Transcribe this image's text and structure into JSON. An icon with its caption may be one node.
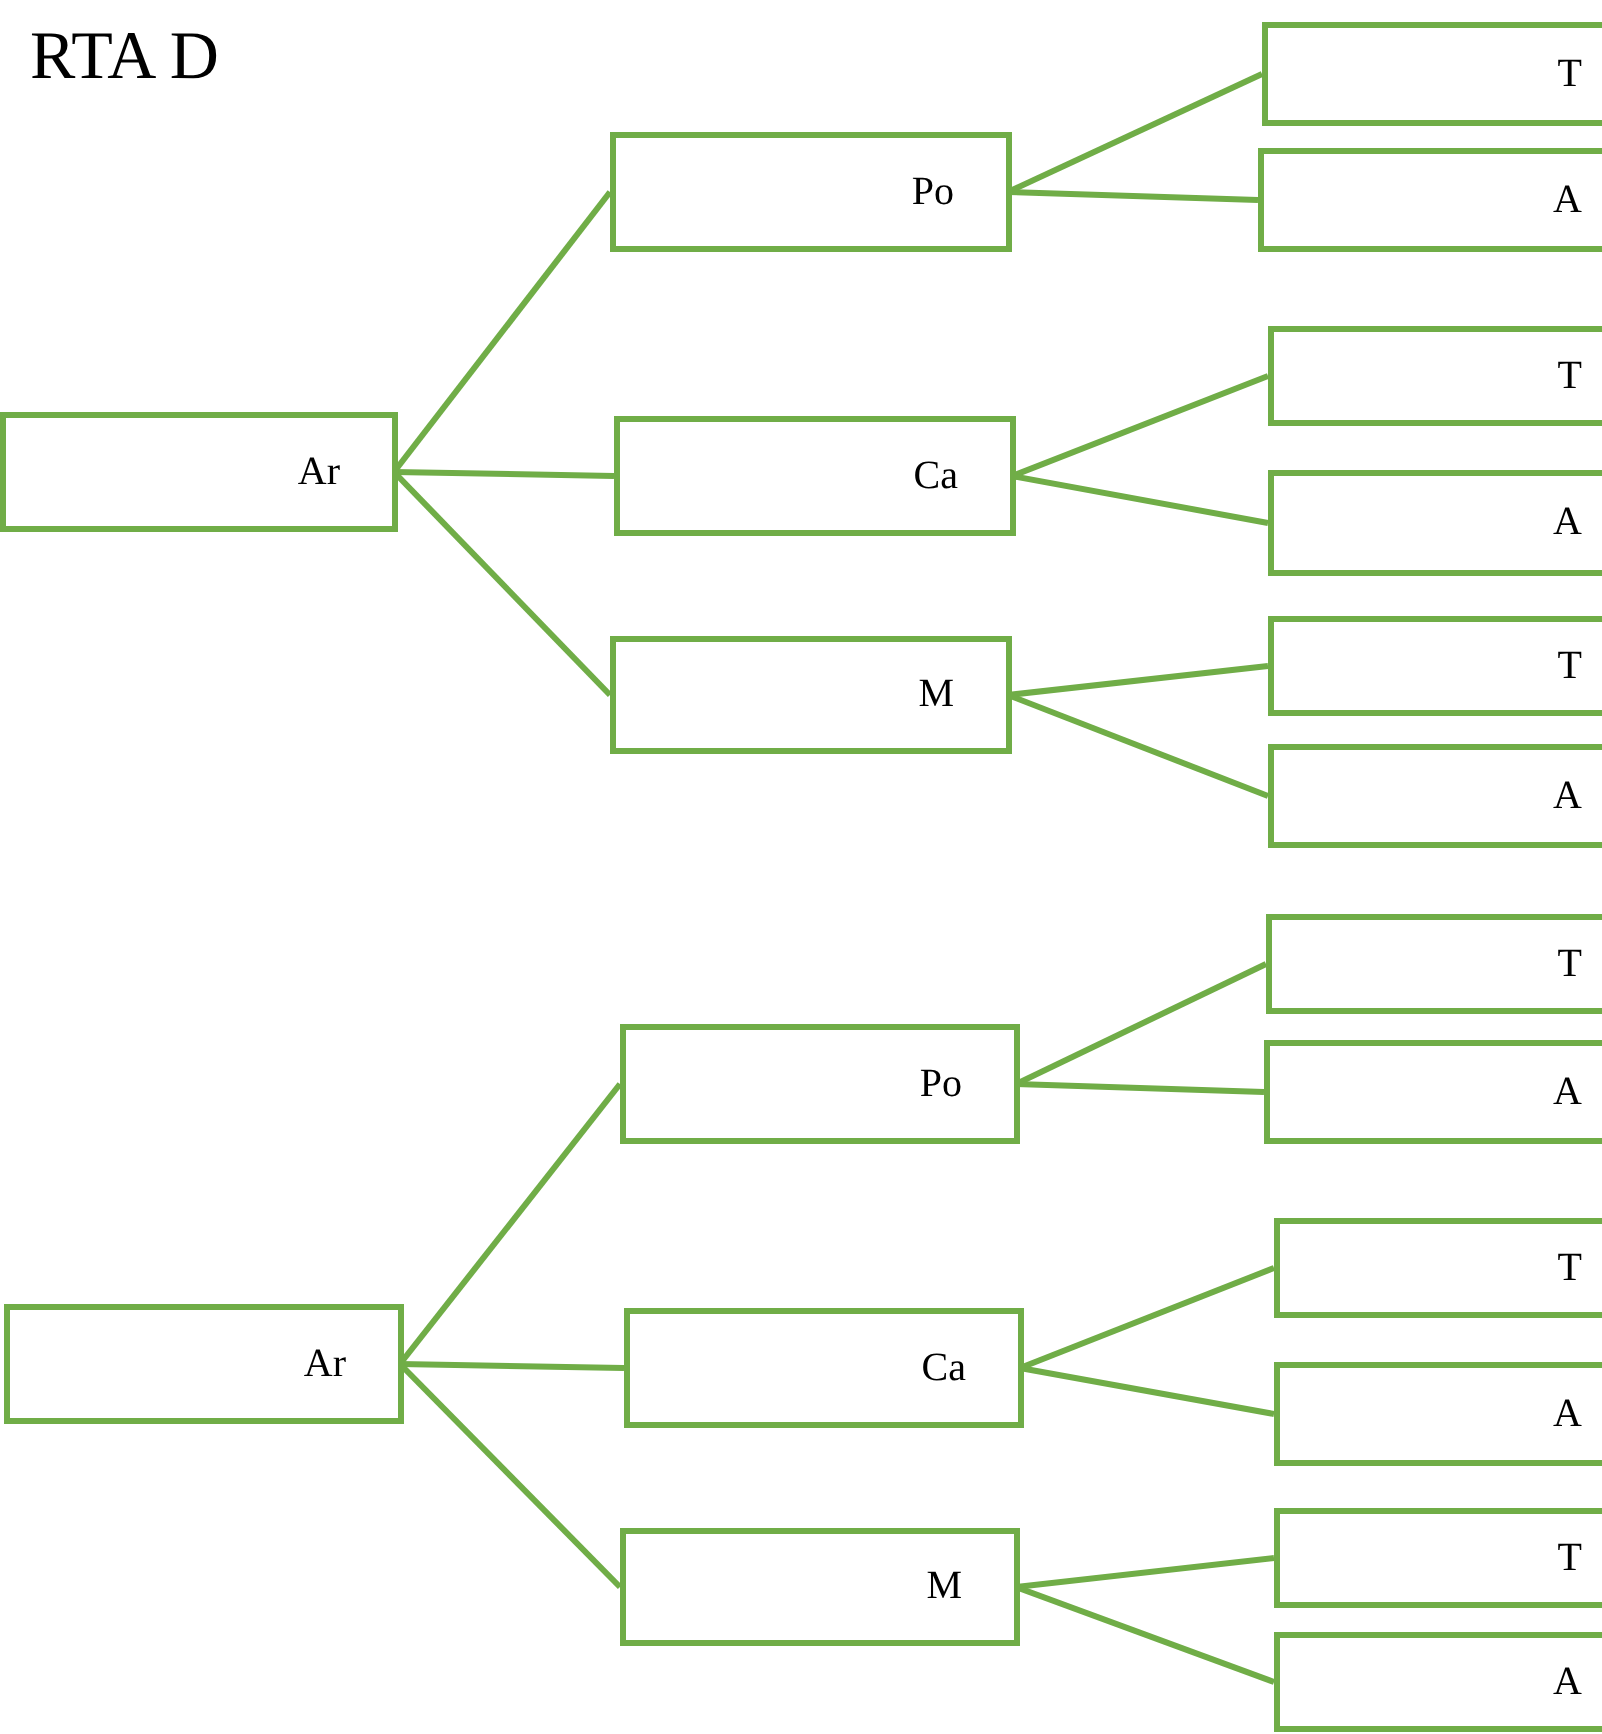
{
  "diagram": {
    "title": "RTA D",
    "nodes": [
      {
        "text": [
          "Ar"
        ]
      },
      {
        "text": [
          "Po"
        ]
      },
      {
        "text": [
          "T"
        ]
      },
      {
        "text": [
          "A"
        ]
      },
      {
        "text": [
          "Ca"
        ]
      },
      {
        "text": [
          "T"
        ]
      },
      {
        "text": [
          "A"
        ]
      },
      {
        "text": [
          "M"
        ]
      },
      {
        "text": [
          "T"
        ]
      },
      {
        "text": [
          "A"
        ]
      },
      {
        "text": [
          "Ar"
        ]
      },
      {
        "text": [
          "Po"
        ]
      },
      {
        "text": [
          "T"
        ]
      },
      {
        "text": [
          "A"
        ]
      },
      {
        "text": [
          "Ca"
        ]
      },
      {
        "text": [
          "T"
        ]
      },
      {
        "text": [
          "A"
        ]
      },
      {
        "text": [
          "M"
        ]
      },
      {
        "text": [
          "T"
        ]
      },
      {
        "text": [
          "A"
        ]
      }
    ],
    "edges": [
      {
        "from": 0,
        "to": 1,
        "arrow": "none"
      },
      {
        "from": 0,
        "to": 4,
        "arrow": "none"
      },
      {
        "from": 0,
        "to": 7,
        "arrow": "none"
      },
      {
        "from": 1,
        "to": 2,
        "arrow": "none"
      },
      {
        "from": 1,
        "to": 3,
        "arrow": "none"
      },
      {
        "from": 4,
        "to": 5,
        "arrow": "none"
      },
      {
        "from": 4,
        "to": 6,
        "arrow": "none"
      },
      {
        "from": 7,
        "to": 8,
        "arrow": "none"
      },
      {
        "from": 7,
        "to": 9,
        "arrow": "none"
      },
      {
        "from": 10,
        "to": 11,
        "arrow": "none"
      },
      {
        "from": 10,
        "to": 14,
        "arrow": "none"
      },
      {
        "from": 10,
        "to": 17,
        "arrow": "none"
      },
      {
        "from": 11,
        "to": 12,
        "arrow": "none"
      },
      {
        "from": 11,
        "to": 13,
        "arrow": "none"
      },
      {
        "from": 14,
        "to": 15,
        "arrow": "none"
      },
      {
        "from": 14,
        "to": 16,
        "arrow": "none"
      },
      {
        "from": 17,
        "to": 18,
        "arrow": "none"
      },
      {
        "from": 17,
        "to": 19,
        "arrow": "none"
      }
    ]
  }
}
